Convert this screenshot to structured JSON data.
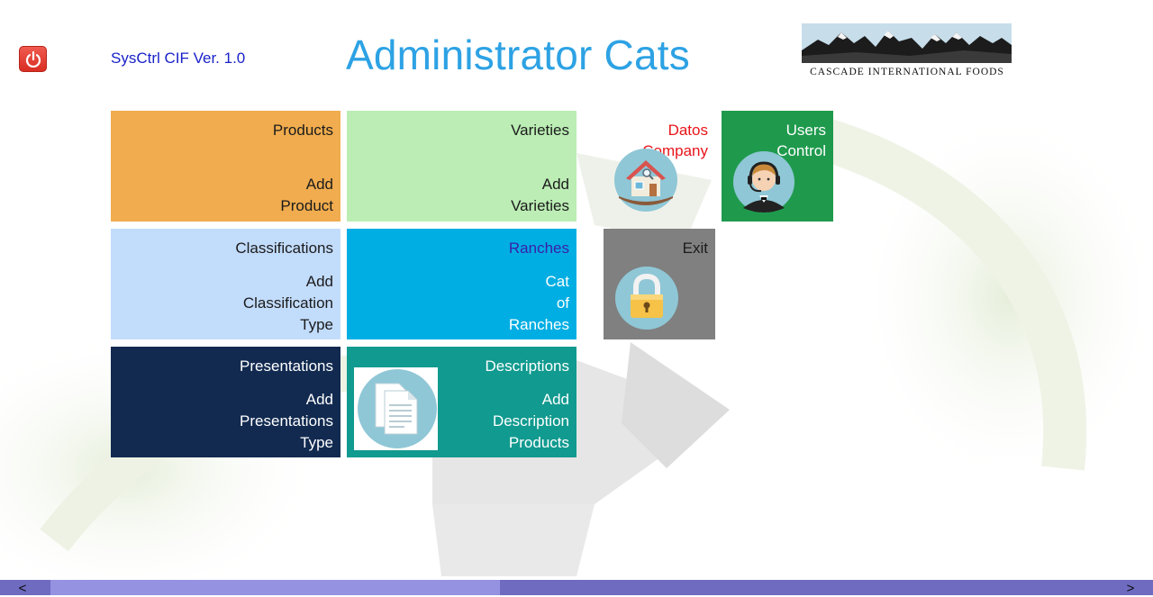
{
  "header": {
    "version": "SysCtrl CIF Ver. 1.0",
    "title": "Administrator Cats",
    "logo_text": "CASCADE INTERNATIONAL FOODS",
    "power_icon": "power-icon"
  },
  "tiles": {
    "products": {
      "title": "Products",
      "line1": "Add",
      "line2": "Product"
    },
    "varieties": {
      "title": "Varieties",
      "line1": "Add",
      "line2": "Varieties"
    },
    "company": {
      "line1": "Datos",
      "line2": "Company",
      "icon": "house-icon"
    },
    "users": {
      "line1": "Users",
      "line2": "Control",
      "icon": "operator-headset-icon"
    },
    "classifications": {
      "title": "Classifications",
      "line1": "Add",
      "line2": "Classification",
      "line3": "Type"
    },
    "ranches": {
      "title": "Ranches",
      "line1": "Cat",
      "line2": "of",
      "line3": "Ranches"
    },
    "exit": {
      "title": "Exit",
      "icon": "padlock-icon"
    },
    "presentations": {
      "title": "Presentations",
      "line1": "Add",
      "line2": "Presentations",
      "line3": "Type"
    },
    "descriptions": {
      "title": "Descriptions",
      "line1": "Add",
      "line2": "Description",
      "line3": "Products",
      "icon": "document-icon"
    }
  },
  "scrollbar": {
    "left": "<",
    "right": ">"
  },
  "colors": {
    "title": "#2da2e4",
    "version": "#1a22c8",
    "company_text": "#e8141a",
    "ranches_title": "#3c1fa8",
    "products": "#f0ac4e",
    "varieties": "#bbedb4",
    "users": "#1f9a4d",
    "classifications": "#c2dcfc",
    "ranches": "#00aee3",
    "exit": "#808080",
    "presentations": "#122a50",
    "descriptions": "#119a8f",
    "scroll_track": "#6e6bc0",
    "scroll_thumb": "#9592e2"
  }
}
